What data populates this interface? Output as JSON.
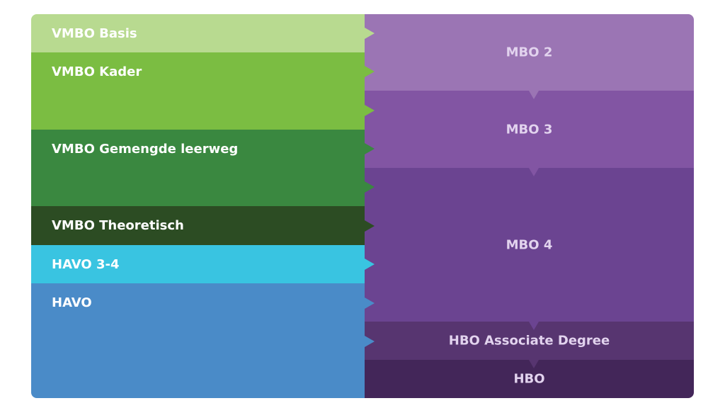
{
  "left_rows": [
    {
      "label": "VMBO Basis",
      "color": "#b8da90"
    },
    {
      "label": "VMBO Kader",
      "color": "#7bbd42"
    },
    {
      "label": "",
      "color": "#7bbd42"
    },
    {
      "label": "VMBO Gemengde leerweg",
      "color": "#3a8840"
    },
    {
      "label": "",
      "color": "#3a8840"
    },
    {
      "label": "VMBO Theoretisch",
      "color": "#2c4c23"
    },
    {
      "label": "HAVO 3-4",
      "color": "#39c4e1"
    },
    {
      "label": "HAVO",
      "color": "#4a8bc8"
    }
  ],
  "right_blocks": [
    {
      "label": "MBO 2",
      "color": "#9b75b4"
    },
    {
      "label": "MBO 3",
      "color": "#8255a3"
    },
    {
      "label": "MBO 4",
      "color": "#6b4491"
    },
    {
      "label": "HBO Associate Degree",
      "color": "#573570"
    },
    {
      "label": "HBO",
      "color": "#432659"
    }
  ]
}
